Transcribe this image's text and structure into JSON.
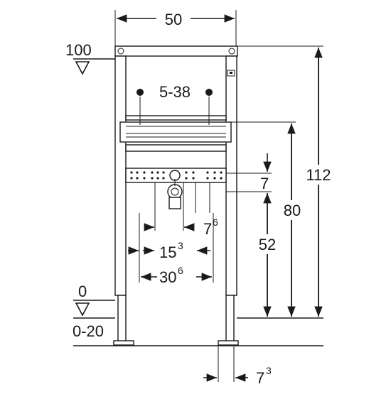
{
  "dimensions": {
    "width_top": "50",
    "height_total": "112",
    "height_mid": "80",
    "height_low": "52",
    "spacing_holes": "5-38",
    "small_gap": "7",
    "level_top": "100",
    "level_zero": "0",
    "level_adjust": "0-20",
    "d1_main": "7",
    "d1_sup": "6",
    "d2_main": "15",
    "d2_sup": "3",
    "d3_main": "30",
    "d3_sup": "6",
    "d4_main": "7",
    "d4_sup": "3"
  },
  "colors": {
    "ink": "#1a1a1a",
    "background": "#ffffff"
  }
}
